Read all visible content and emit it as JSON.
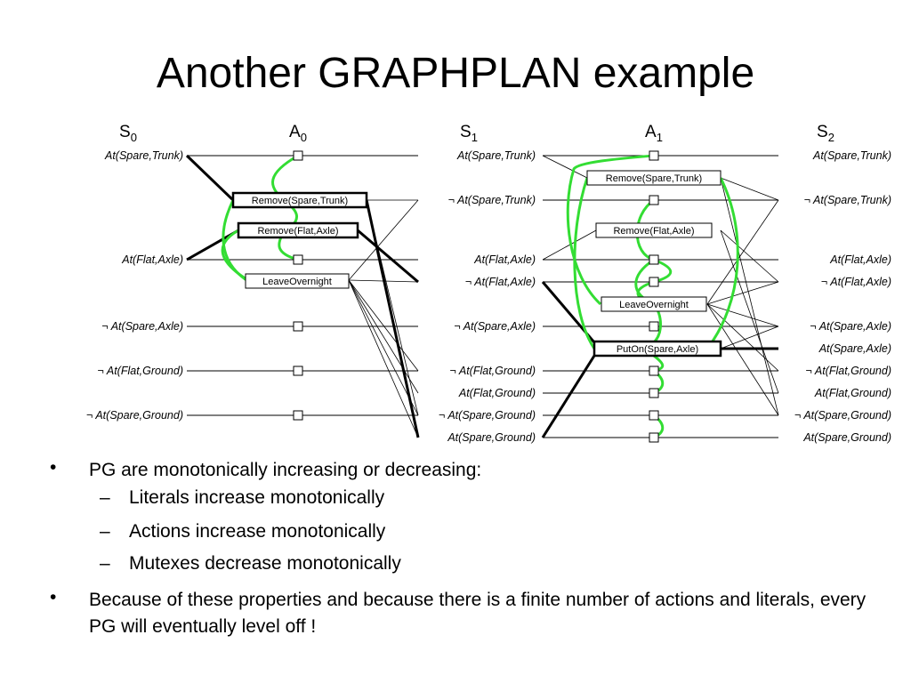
{
  "slide": {
    "title": "Another GRAPHPLAN example"
  },
  "graph": {
    "levels": [
      {
        "main": "S",
        "sub": "0"
      },
      {
        "main": "A",
        "sub": "0"
      },
      {
        "main": "S",
        "sub": "1"
      },
      {
        "main": "A",
        "sub": "1"
      },
      {
        "main": "S",
        "sub": "2"
      }
    ],
    "s0": [
      {
        "neg": false,
        "text": "At(Spare,Trunk)"
      },
      {
        "neg": false,
        "text": "At(Flat,Axle)"
      },
      {
        "neg": true,
        "text": "At(Spare,Axle)"
      },
      {
        "neg": true,
        "text": "At(Flat,Ground)"
      },
      {
        "neg": true,
        "text": "At(Spare,Ground)"
      }
    ],
    "s1": [
      {
        "neg": false,
        "text": "At(Spare,Trunk)"
      },
      {
        "neg": true,
        "text": "At(Spare,Trunk)"
      },
      {
        "neg": false,
        "text": "At(Flat,Axle)"
      },
      {
        "neg": true,
        "text": "At(Flat,Axle)"
      },
      {
        "neg": true,
        "text": "At(Spare,Axle)"
      },
      {
        "neg": true,
        "text": "At(Flat,Ground)"
      },
      {
        "neg": false,
        "text": "At(Flat,Ground)"
      },
      {
        "neg": true,
        "text": "At(Spare,Ground)"
      },
      {
        "neg": false,
        "text": "At(Spare,Ground)"
      }
    ],
    "s2": [
      {
        "neg": false,
        "text": "At(Spare,Trunk)"
      },
      {
        "neg": true,
        "text": "At(Spare,Trunk)"
      },
      {
        "neg": false,
        "text": "At(Flat,Axle)"
      },
      {
        "neg": true,
        "text": "At(Flat,Axle)"
      },
      {
        "neg": true,
        "text": "At(Spare,Axle)"
      },
      {
        "neg": false,
        "text": "At(Spare,Axle)"
      },
      {
        "neg": true,
        "text": "At(Flat,Ground)"
      },
      {
        "neg": false,
        "text": "At(Flat,Ground)"
      },
      {
        "neg": true,
        "text": "At(Spare,Ground)"
      },
      {
        "neg": false,
        "text": "At(Spare,Ground)"
      }
    ],
    "a0_actions": [
      "Remove(Spare,Trunk)",
      "Remove(Flat,Axle)",
      "LeaveOvernight"
    ],
    "a1_actions": [
      "Remove(Spare,Trunk)",
      "Remove(Flat,Axle)",
      "LeaveOvernight",
      "PutOn(Spare,Axle)"
    ],
    "negation_symbol": "¬",
    "colors": {
      "mutex": "#33dd33",
      "line": "#000000"
    }
  },
  "bullets": {
    "b1": "PG are monotonically increasing or decreasing:",
    "sub": [
      "Literals increase monotonically",
      "Actions increase monotonically",
      "Mutexes decrease monotonically"
    ],
    "b2": "Because of these properties and because there is a finite number of actions and literals, every PG will eventually level off !"
  }
}
